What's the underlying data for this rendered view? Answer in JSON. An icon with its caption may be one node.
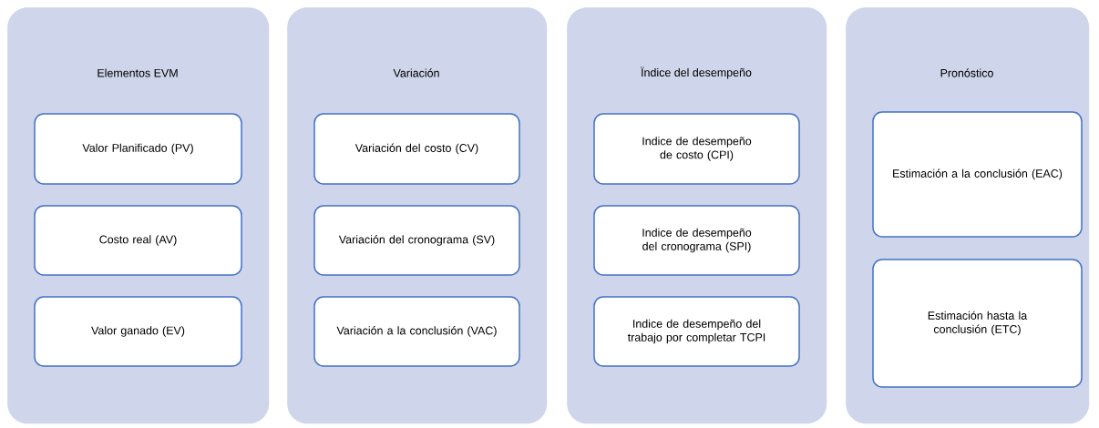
{
  "diagram": {
    "nodes": [
      {
        "text": [
          "Elementos EVM"
        ]
      },
      {
        "text": [
          "Valor Planificado (PV)"
        ],
        "in": 0
      },
      {
        "text": [
          "Costo real (AV)"
        ],
        "in": 0
      },
      {
        "text": [
          "Valor ganado (EV)"
        ],
        "in": 0
      },
      {
        "text": [
          "Variación"
        ]
      },
      {
        "text": [
          "Variación del costo (CV)"
        ],
        "in": 4
      },
      {
        "text": [
          "Variación del cronograma (SV)"
        ],
        "in": 4
      },
      {
        "text": [
          "Variación a la conclusión (VAC)"
        ],
        "in": 4
      },
      {
        "text": [
          "Ïndice del desempeño"
        ]
      },
      {
        "text": [
          "Indice de desempeño de costo (CPI)"
        ],
        "in": 8
      },
      {
        "text": [
          "Indice de desempeño del cronograma (SPI)"
        ],
        "in": 8
      },
      {
        "text": [
          "Indice de desempeño del trabajo por completar TCPI"
        ],
        "in": 8
      },
      {
        "text": [
          "Pronóstico"
        ]
      },
      {
        "text": [
          "Estimación a la conclusión (EAC)"
        ],
        "in": 12
      },
      {
        "text": [
          "Estimación hasta la conclusión (ETC)"
        ],
        "in": 12
      }
    ]
  }
}
